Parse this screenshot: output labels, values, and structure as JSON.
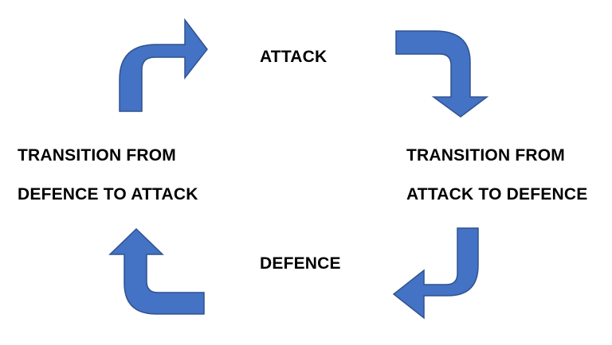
{
  "phases": {
    "top": "ATTACK",
    "bottom": "DEFENCE",
    "left": {
      "line1": "TRANSITION FROM",
      "line2": "DEFENCE TO ATTACK"
    },
    "right": {
      "line1": "TRANSITION FROM",
      "line2": "ATTACK TO DEFENCE"
    }
  },
  "colors": {
    "arrow_fill": "#4472c4",
    "arrow_stroke": "#2f528f",
    "text": "#000000"
  },
  "icons": [
    "curved-arrow-up-right-icon",
    "curved-arrow-right-down-icon",
    "curved-arrow-down-left-icon",
    "curved-arrow-left-up-icon"
  ]
}
